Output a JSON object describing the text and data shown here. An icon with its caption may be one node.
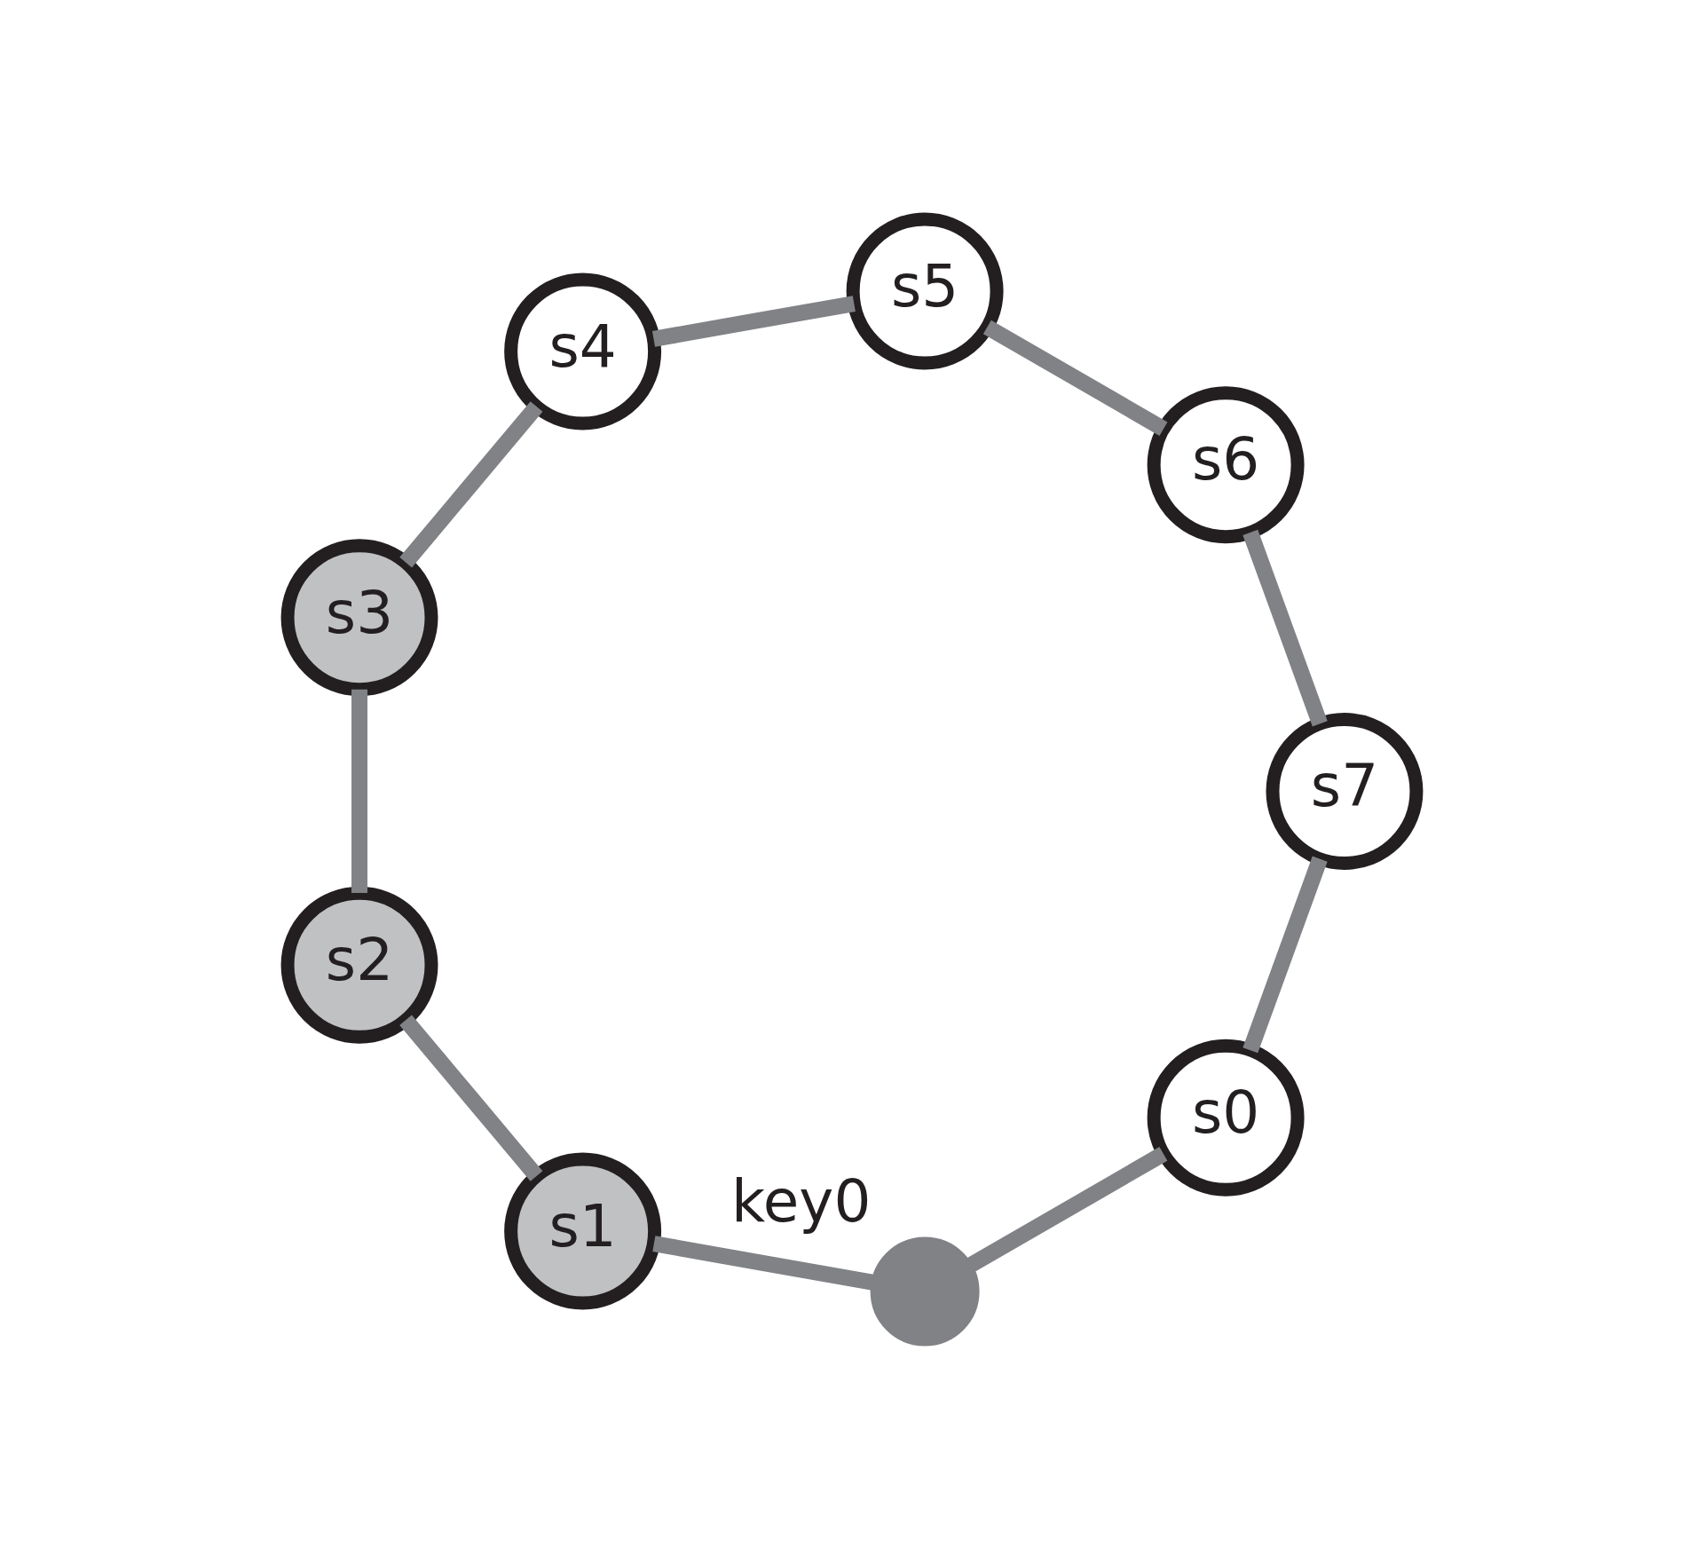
{
  "diagram": {
    "nodes": [
      {
        "text": [
          "s0"
        ]
      },
      {
        "text": [],
        "shape": "circle",
        "beside": [
          "key0"
        ]
      },
      {
        "text": [
          "s1"
        ]
      },
      {
        "text": [
          "s2"
        ]
      },
      {
        "text": [
          "s3"
        ]
      },
      {
        "text": [
          "s4"
        ]
      },
      {
        "text": [
          "s5"
        ]
      },
      {
        "text": [
          "s6"
        ]
      },
      {
        "text": [
          "s7"
        ]
      }
    ],
    "edges": [
      {
        "from": 0,
        "to": 1,
        "arrow": "none"
      },
      {
        "from": 1,
        "to": 2,
        "arrow": "none"
      },
      {
        "from": 2,
        "to": 3,
        "arrow": "none"
      },
      {
        "from": 3,
        "to": 4,
        "arrow": "none"
      },
      {
        "from": 4,
        "to": 5,
        "arrow": "none"
      },
      {
        "from": 5,
        "to": 6,
        "arrow": "none"
      },
      {
        "from": 6,
        "to": 7,
        "arrow": "none"
      },
      {
        "from": 7,
        "to": 8,
        "arrow": "none"
      },
      {
        "from": 8,
        "to": 0,
        "arrow": "none"
      }
    ]
  }
}
